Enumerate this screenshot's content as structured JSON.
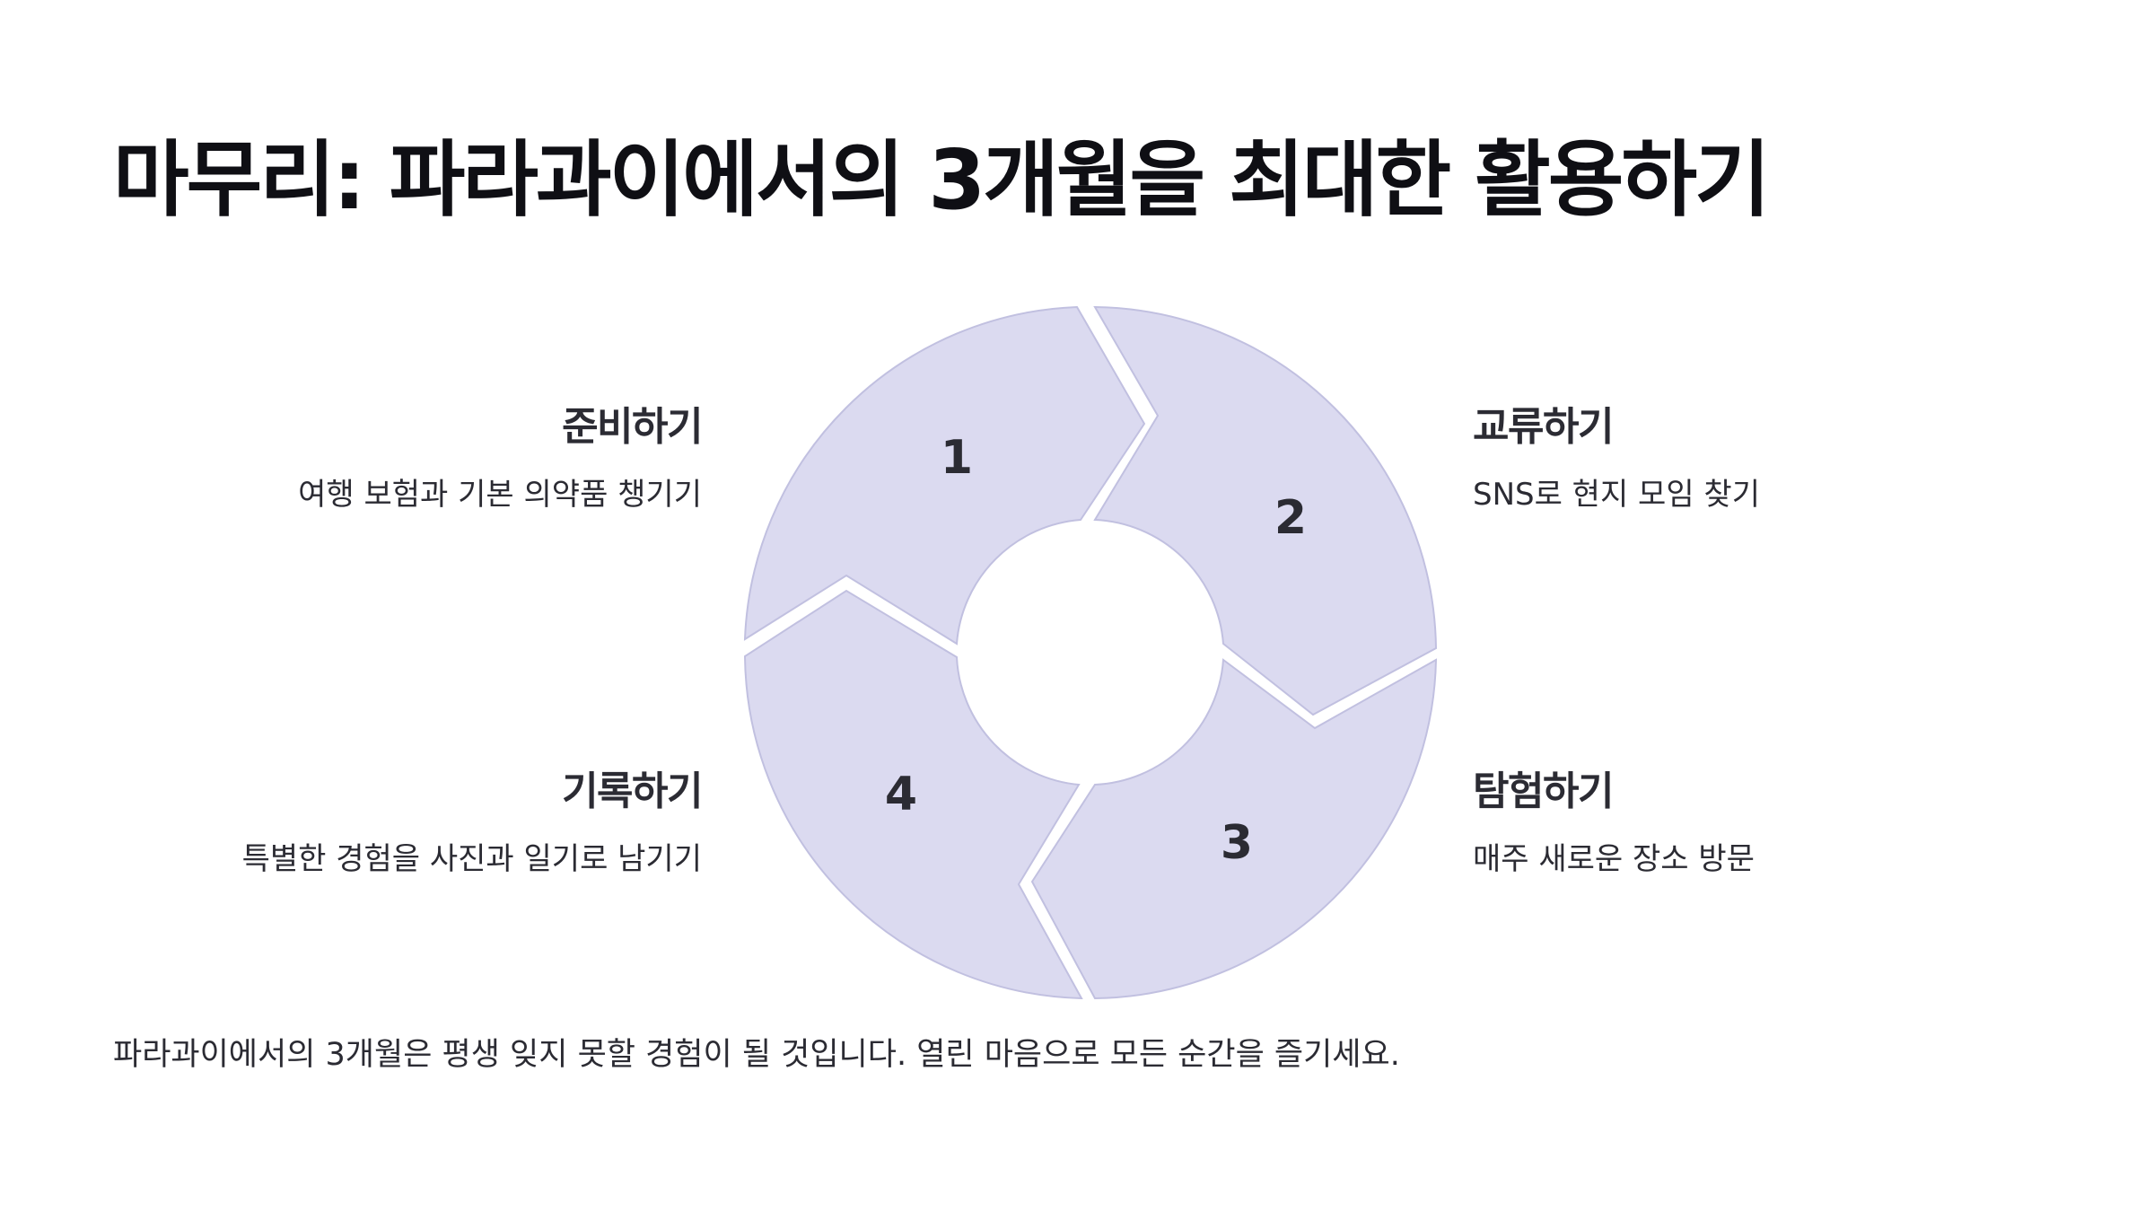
{
  "title": "마무리: 파라과이에서의 3개월을 최대한 활용하기",
  "cycle": {
    "fill_color": "#dbdaf0",
    "stroke_color": "#c1c0e0",
    "segments": [
      {
        "number": "1",
        "title": "준비하기",
        "description": "여행 보험과 기본 의약품 챙기기"
      },
      {
        "number": "2",
        "title": "교류하기",
        "description": "SNS로 현지 모임 찾기"
      },
      {
        "number": "3",
        "title": "탐험하기",
        "description": "매주 새로운 장소 방문"
      },
      {
        "number": "4",
        "title": "기록하기",
        "description": "특별한 경험을 사진과 일기로 남기기"
      }
    ]
  },
  "footer": "파라과이에서의 3개월은 평생 잊지 못할 경험이 될 것입니다. 열린 마음으로 모든 순간을 즐기세요."
}
